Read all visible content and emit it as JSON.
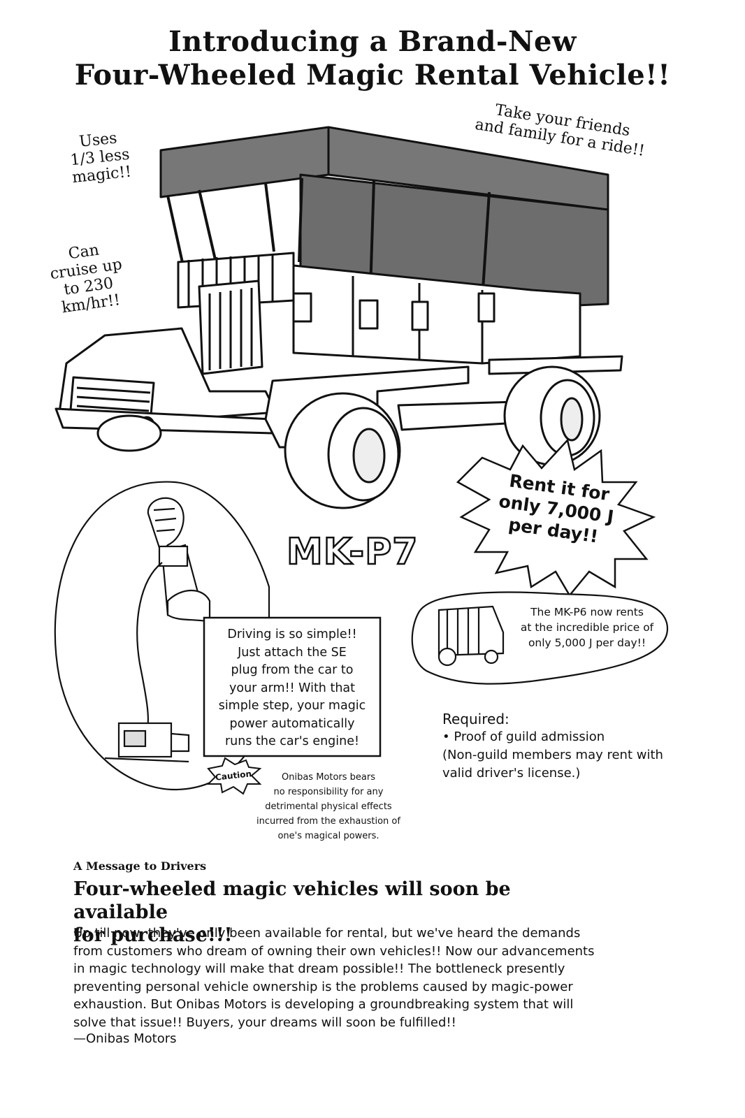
{
  "title": {
    "line1": "Introducing a Brand-New",
    "line2": "Four-Wheeled Magic Rental Vehicle!!"
  },
  "callouts": {
    "less_magic": [
      "Uses",
      "1/3 less",
      "magic!!"
    ],
    "cruise": [
      "Can",
      "cruise up",
      "to 230",
      "km/hr!!"
    ],
    "friends": [
      "Take your friends",
      "and family for a ride!!"
    ]
  },
  "rent_burst": [
    "Rent it for",
    "only 7,000 J",
    "per day!!"
  ],
  "model_name": "MK-P7",
  "driving_box": [
    "Driving is so simple!!",
    "Just attach the SE",
    "plug from the car to",
    "your arm!! With that",
    "simple step, your magic",
    "power automatically",
    "runs the car's engine!"
  ],
  "caution": {
    "label": "Caution",
    "text": [
      "Onibas Motors bears",
      "no responsibility for any",
      "detrimental physical effects",
      "incurred from the exhaustion of",
      "one's magical powers."
    ]
  },
  "mk_p6": [
    "The MK-P6 now rents",
    "at the incredible price of",
    "only 5,000 J per day!!"
  ],
  "required": {
    "heading": "Required:",
    "items": [
      "• Proof of guild admission",
      "(Non-guild members may rent with",
      "valid driver's license.)"
    ]
  },
  "message": {
    "label": "A Message to Drivers",
    "headline": [
      "Four-wheeled magic vehicles will soon be available",
      "for purchase!!!"
    ],
    "body": [
      "Up till now, they've only been available for rental, but we've heard the demands",
      "from customers who dream of owning their own vehicles!! Now our advancements",
      "in magic technology will make that dream possible!! The bottleneck presently",
      "preventing personal vehicle ownership is the problems caused by magic-power",
      "exhaustion. But Onibas Motors is developing a groundbreaking system that will",
      "solve that issue!! Buyers, your dreams will soon be fulfilled!!"
    ],
    "signature": "—Onibas Motors"
  },
  "colors": {
    "ink": "#111111",
    "paper": "#ffffff",
    "canopy": "#777777"
  }
}
